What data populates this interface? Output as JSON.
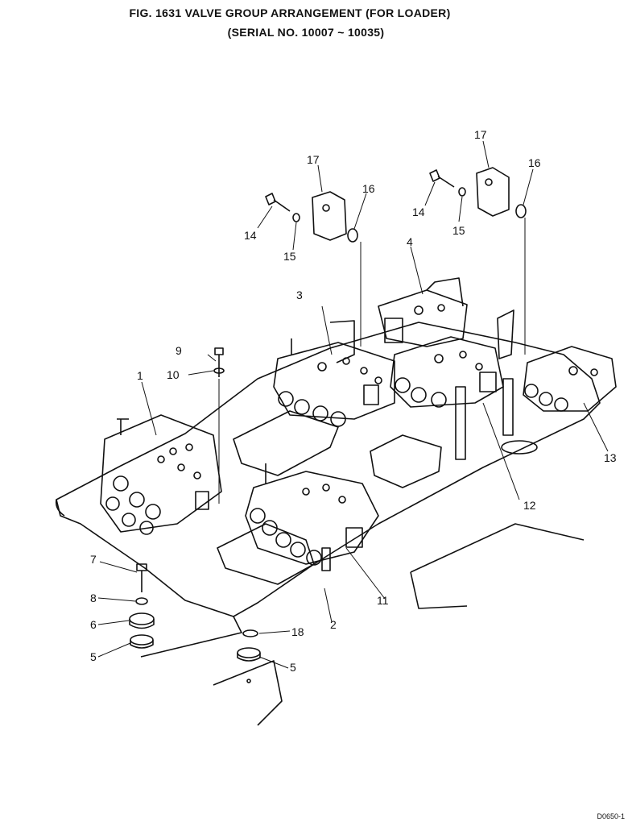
{
  "figure": {
    "title_line1": "FIG. 1631   VALVE GROUP ARRANGEMENT (FOR LOADER)",
    "title_line2": "(SERIAL NO. 10007 ~ 10035)",
    "drawing_code": "D0650-1"
  },
  "callouts": [
    "1",
    "2",
    "3",
    "4",
    "5",
    "5",
    "6",
    "7",
    "8",
    "9",
    "10",
    "11",
    "12",
    "13",
    "14",
    "14",
    "15",
    "15",
    "16",
    "16",
    "17",
    "17",
    "18"
  ]
}
